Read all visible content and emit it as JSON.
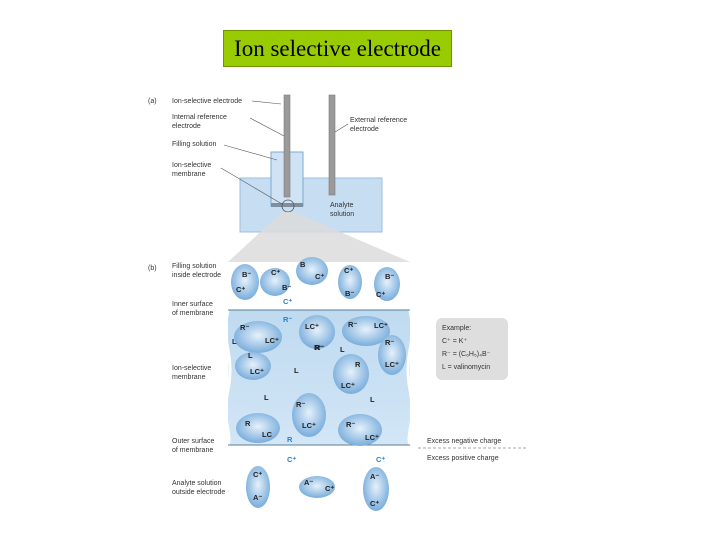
{
  "title": "Ion selective electrode",
  "panel_a": {
    "tag": "(a)",
    "labels": {
      "ion_selective_electrode": "Ion-selective electrode",
      "internal_reference_1": "Internal reference",
      "internal_reference_2": "electrode",
      "filling_solution": "Filling solution",
      "membrane_1": "Ion-selective",
      "membrane_2": "membrane",
      "external_reference_1": "External reference",
      "external_reference_2": "electrode",
      "analyte_1": "Analyte",
      "analyte_2": "solution"
    }
  },
  "panel_b": {
    "tag": "(b)",
    "labels": {
      "filling_inside_1": "Filling solution",
      "filling_inside_2": "inside electrode",
      "inner_surface_1": "Inner surface",
      "inner_surface_2": "of membrane",
      "ion_sel_1": "Ion-selective",
      "ion_sel_2": "membrane",
      "outer_surface_1": "Outer surface",
      "outer_surface_2": "of membrane",
      "analyte_out_1": "Analyte solution",
      "analyte_out_2": "outside electrode"
    },
    "example": {
      "heading": "Example:",
      "line1": "C⁺ = K⁺",
      "line2": "R⁻ = (C₆H₅)₄B⁻",
      "line3": "L = valinomycin"
    },
    "charge": {
      "negative": "Excess negative charge",
      "positive": "Excess positive charge"
    },
    "top_molecules": [
      [
        "B⁻",
        "C⁺"
      ],
      [
        "B⁻",
        "C⁺"
      ],
      [
        "B",
        "C⁺"
      ],
      [
        "C⁺",
        "B⁻"
      ],
      [
        "B⁻",
        "C⁺"
      ]
    ],
    "inner_free": [
      "C⁺",
      "R⁻"
    ],
    "membrane_blobs": [
      [
        "R⁻",
        "LC⁺"
      ],
      [
        "LC⁺",
        "R⁻"
      ],
      [
        "R⁻",
        "LC⁺"
      ],
      [
        "R⁻",
        "LC⁺"
      ],
      [
        "L",
        "LC⁺"
      ],
      [
        "R",
        "LC⁺"
      ],
      [
        "R⁻",
        "LC⁺"
      ],
      [
        "R",
        "LC"
      ],
      [
        "R⁻",
        "LC⁺"
      ]
    ],
    "membrane_free": [
      "L",
      "L",
      "L",
      "L",
      "R⁻",
      "L"
    ],
    "outer_free": [
      "R",
      "C⁺",
      "C⁺"
    ],
    "bottom_molecules": [
      [
        "C⁺",
        "A⁻"
      ],
      [
        "A⁻",
        "C⁺"
      ],
      [
        "A⁻",
        "C⁺"
      ]
    ]
  }
}
